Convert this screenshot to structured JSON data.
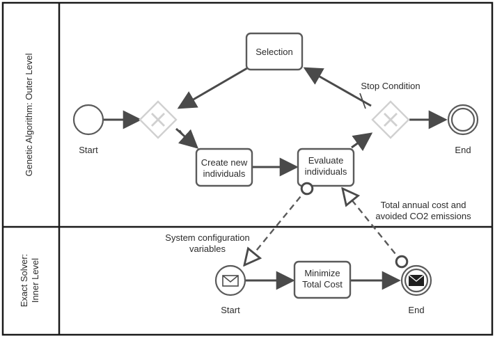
{
  "pool": {
    "outer_lane_title": "Genetic Algorithm: Outer Level",
    "inner_lane_title_line1": "Exact Solver:",
    "inner_lane_title_line2": "Inner Level"
  },
  "outer": {
    "start_label": "Start",
    "end_label": "End",
    "selection_label": "Selection",
    "create_line1": "Create new",
    "create_line2": "individuals",
    "evaluate_line1": "Evaluate",
    "evaluate_line2": "individuals",
    "stop_condition_label": "Stop Condition"
  },
  "inner": {
    "start_label": "Start",
    "end_label": "End",
    "minimize_line1": "Minimize",
    "minimize_line2": "Total Cost"
  },
  "messages": {
    "system_config_line1": "System configuration",
    "system_config_line2": "variables",
    "total_cost_line1": "Total annual cost and",
    "total_cost_line2": "avoided CO2 emissions"
  },
  "colors": {
    "stroke": "#4a4a4a",
    "gateway": "#d0d0d0",
    "border": "#1a1a1a"
  }
}
